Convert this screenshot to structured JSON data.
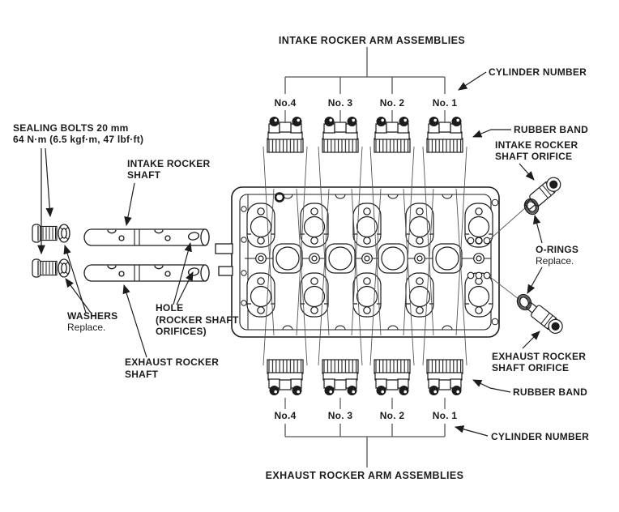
{
  "diagram": {
    "colors": {
      "ink": "#1c1c1c",
      "line_gray": "#555555",
      "background": "#ffffff"
    },
    "titles": {
      "intake": "INTAKE ROCKER ARM ASSEMBLIES",
      "exhaust": "EXHAUST ROCKER ARM ASSEMBLIES"
    },
    "cylinder_numbers_top": [
      "No.4",
      "No. 3",
      "No. 2",
      "No. 1"
    ],
    "cylinder_numbers_bottom": [
      "No.4",
      "No. 3",
      "No. 2",
      "No. 1"
    ],
    "labels": {
      "cylinder_number": "CYLINDER NUMBER",
      "rubber_band": "RUBBER BAND",
      "intake_orifice_l1": "INTAKE ROCKER",
      "intake_orifice_l2": "SHAFT ORIFICE",
      "o_rings": "O-RINGS",
      "o_rings_note": "Replace.",
      "exhaust_orifice_l1": "EXHAUST ROCKER",
      "exhaust_orifice_l2": "SHAFT ORIFICE",
      "sealing_bolts_l1": "SEALING BOLTS 20 mm",
      "sealing_bolts_l2": "64 N·m (6.5 kgf·m, 47 lbf·ft)",
      "intake_shaft_l1": "INTAKE ROCKER",
      "intake_shaft_l2": "SHAFT",
      "washers": "WASHERS",
      "washers_note": "Replace.",
      "hole_l1": "HOLE",
      "hole_l2": "(ROCKER SHAFT",
      "hole_l3": "ORIFICES)",
      "exhaust_shaft_l1": "EXHAUST ROCKER",
      "exhaust_shaft_l2": "SHAFT"
    }
  }
}
